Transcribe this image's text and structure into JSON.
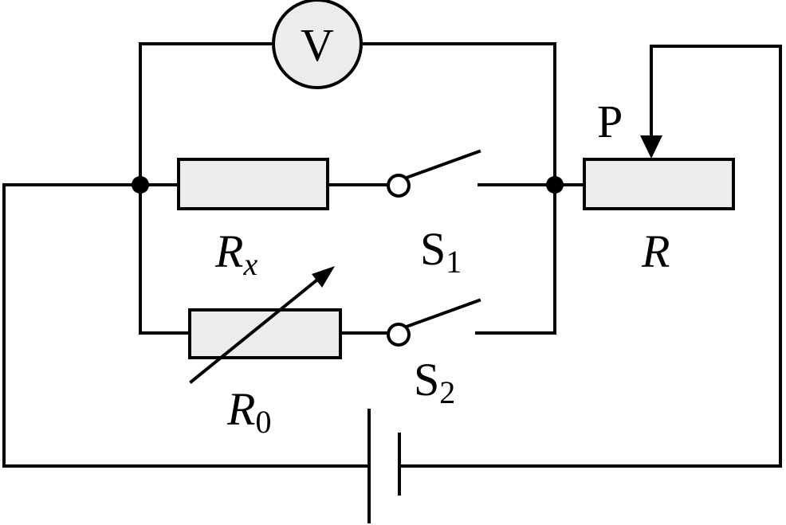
{
  "diagram": {
    "meter": {
      "symbol": "V"
    },
    "resistor_rx": {
      "label": "R",
      "subscript": "x"
    },
    "resistor_r0": {
      "label": "R",
      "subscript": "0"
    },
    "rheostat": {
      "label": "R",
      "slider_label": "P"
    },
    "switch_1": {
      "label": "S",
      "subscript": "1"
    },
    "switch_2": {
      "label": "S",
      "subscript": "2"
    },
    "colors": {
      "line": "#000000",
      "component_fill": "#ececec",
      "background": "#ffffff"
    }
  }
}
